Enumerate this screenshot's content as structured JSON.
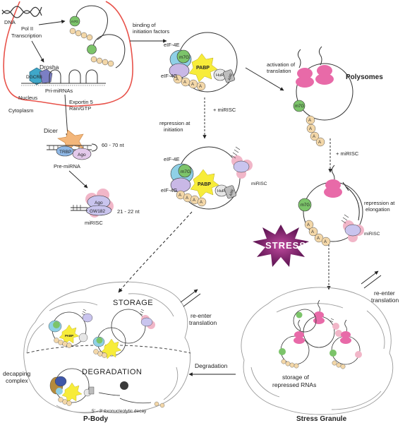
{
  "labels": {
    "dna": "DNA",
    "pol_ii": "Pol II",
    "transcription": "Transcription",
    "drosha": "Drosha",
    "dgcr8": "DGCR8",
    "pri_mirnas": "Pri-miRNAs",
    "nucleus": "Nucleus",
    "cytoplasm": "Cytoplasm",
    "exportin": "Exportin 5",
    "ran_gtp": "Ran/GTP",
    "dicer": "Dicer",
    "trbp": "TRBP",
    "ago": "Ago",
    "nt_60_70": "60 - 70 nt",
    "pre_mirna": "Pre-miRNA",
    "gw182": "GW182",
    "nt_21_22": "21 - 22 nt",
    "mirisc": "miRISC",
    "binding_of": "binding of",
    "initiation_factors": "initiation factors",
    "eif4e": "eIF-4E",
    "eif4g": "eIF-4G",
    "m7g": "m7G",
    "pabp": "PABP",
    "hur": "HuR",
    "are": "ARE",
    "a": "A",
    "activation_of": "activation of",
    "translation": "translation",
    "polysomes": "Polysomes",
    "plus_mirisc": "+ miRISC",
    "repression_at": "repression at",
    "initiation": "initiation",
    "elongation": "elongation",
    "stress": "STRESS",
    "storage": "STORAGE",
    "degradation": "DEGRADATION",
    "re_enter": "re-enter",
    "degradation_arrow": "Degradation",
    "decapping": "decapping",
    "complex": "complex",
    "exo_decay": "5' - 3' exonucleolytic decay",
    "p_body": "P-Body",
    "storage_of": "storage of",
    "repressed_rnas": "repressed RNAs",
    "stress_granule": "Stress Granule"
  },
  "colors": {
    "nucleus_border": "#e8524a",
    "m7g": "#7cc46a",
    "poly_a": "#f3d7a8",
    "ribosome": "#e86aa8",
    "pabp": "#f7ec3a",
    "eif4e": "#8fd0e6",
    "eif4g": "#c9b8e6",
    "ago": "#c9c4ee",
    "mirisc_pink": "#f1b6c8",
    "dicer": "#f3b67a",
    "dgcr8": "#3fa7c9",
    "stress_star": "#7a1b6a"
  }
}
